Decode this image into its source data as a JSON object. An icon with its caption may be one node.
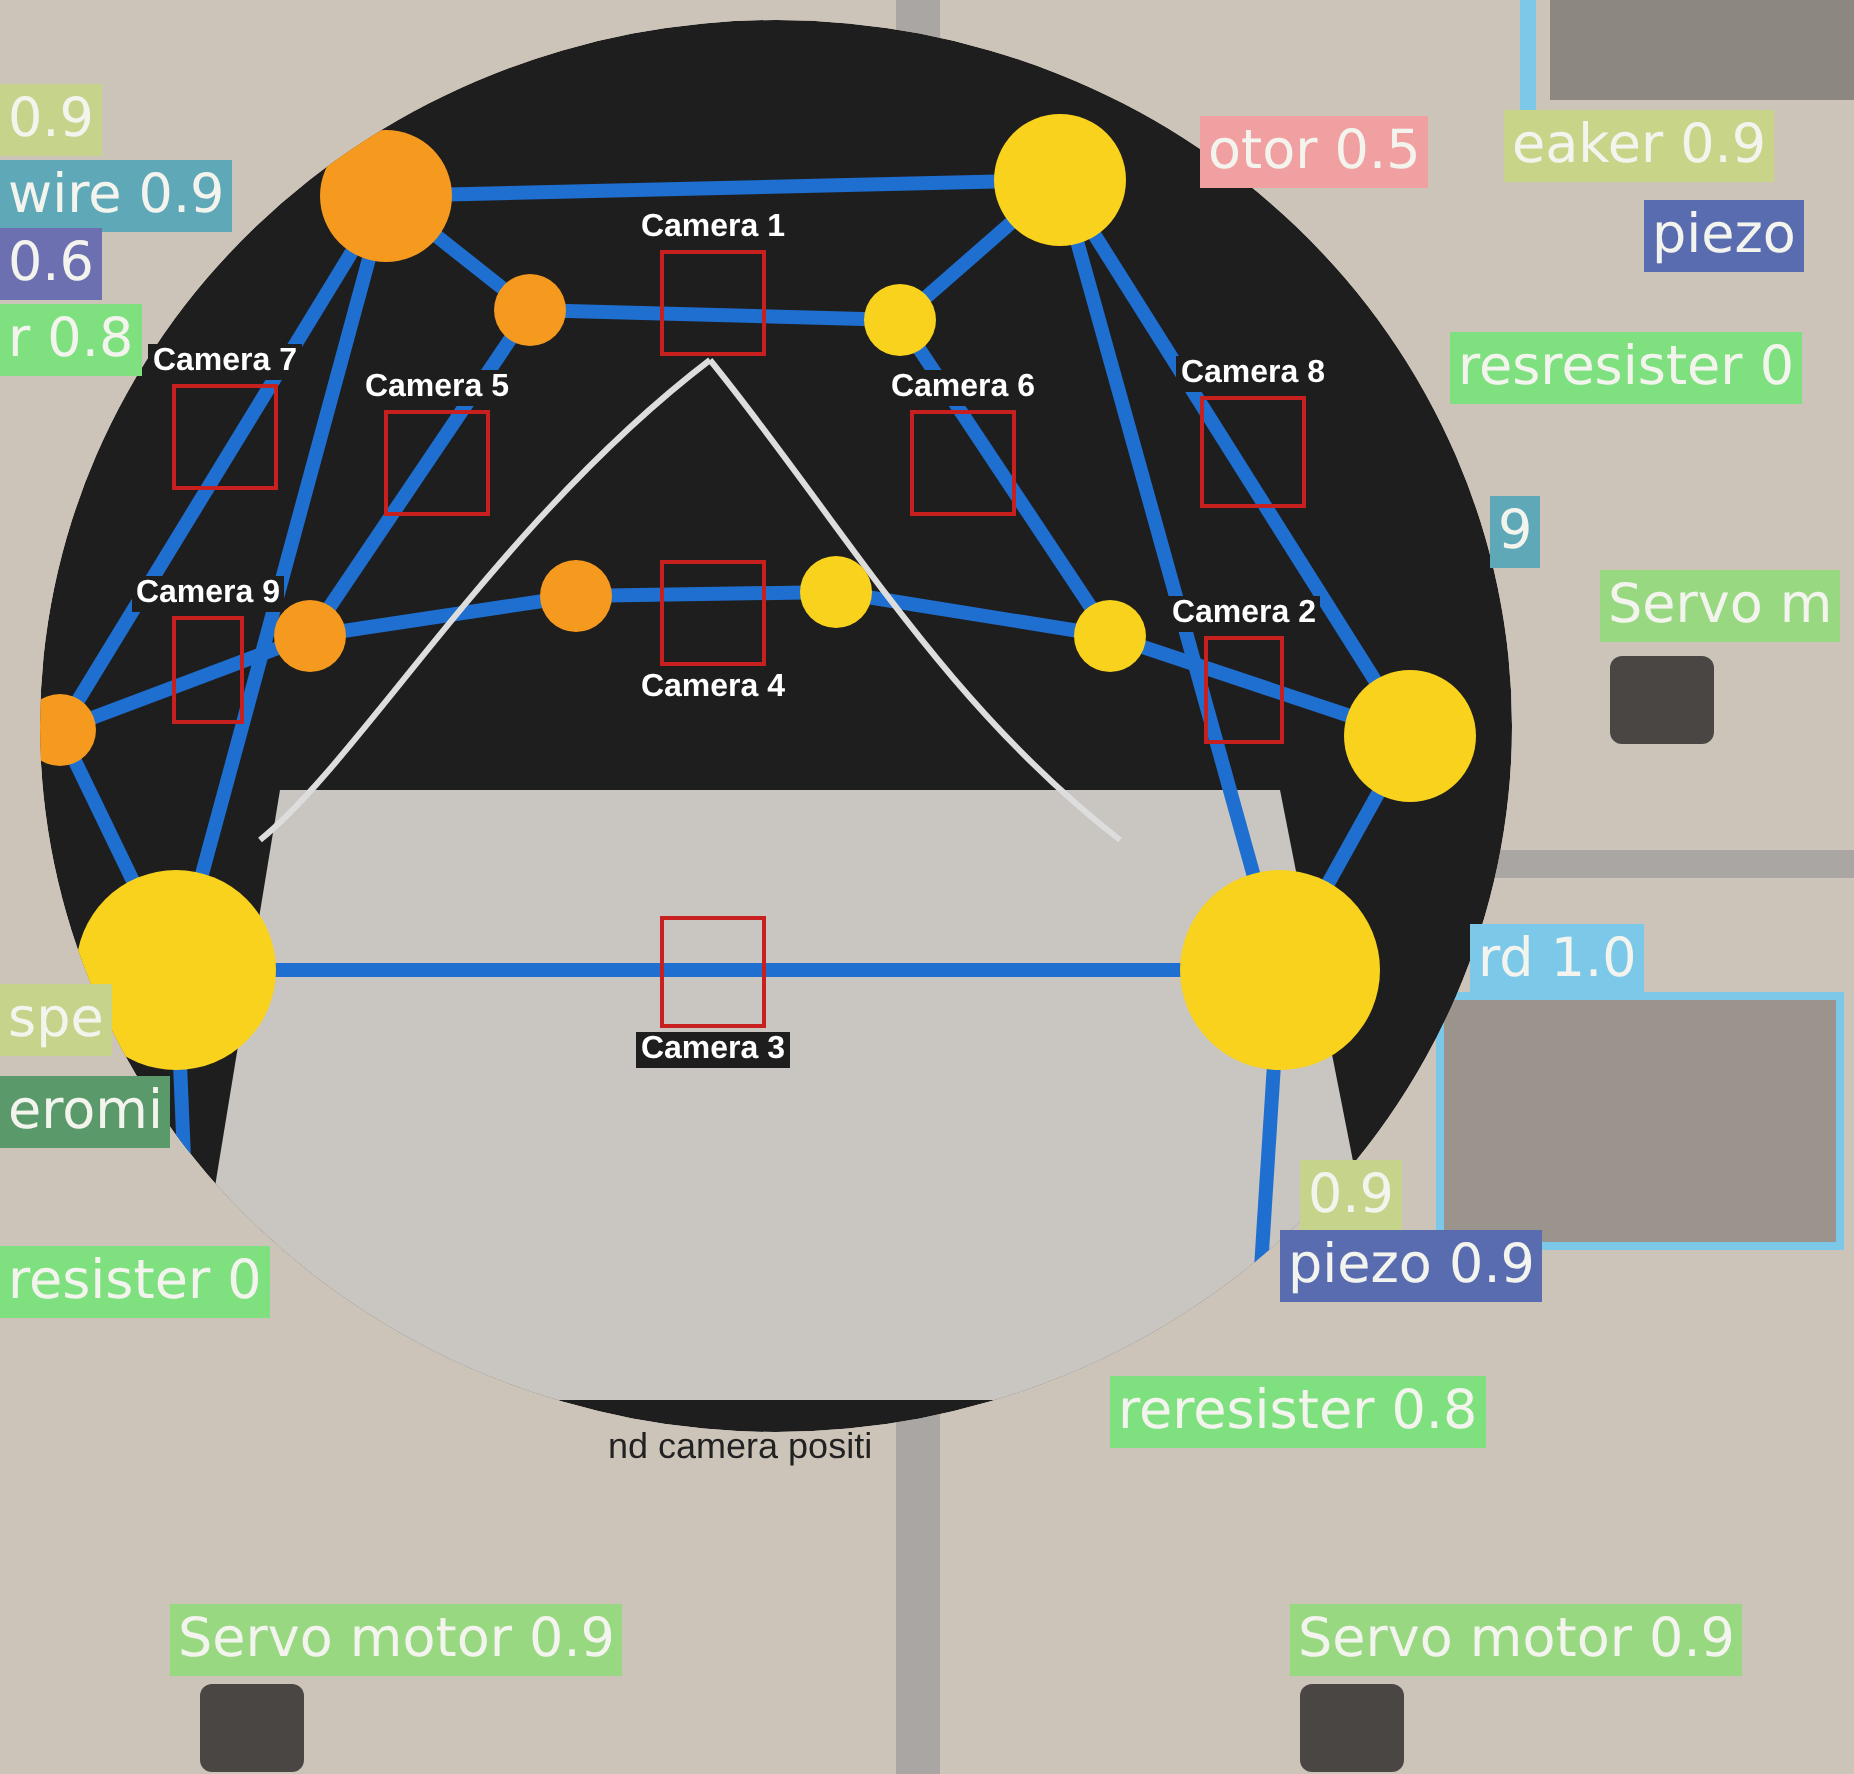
{
  "diagram": {
    "nodes": [
      {
        "text": [
          "Camera 1"
        ]
      },
      {
        "text": [
          "Camera 7"
        ]
      },
      {
        "text": [
          "Camera 5"
        ]
      },
      {
        "text": [
          "Camera 6"
        ]
      },
      {
        "text": [
          "Camera 8"
        ]
      },
      {
        "text": [
          "Camera 9"
        ]
      },
      {
        "text": [
          "Camera 2"
        ]
      },
      {
        "text": [
          "Camera 4"
        ]
      },
      {
        "text": [
          "Camera 3"
        ]
      }
    ],
    "labels": [
      "0.9",
      "wire 0.9",
      "0.6",
      "r 0.8",
      "otor 0.5",
      "eaker 0.9",
      "piezo",
      "resresister 0",
      "9",
      "Servo m",
      "rd 1.0",
      "spe",
      "eromi",
      "0.9",
      "piezo 0.9",
      "resister 0",
      "reresister 0.8",
      "nd camera positi",
      "Servo motor 0.9",
      "Servo motor 0.9"
    ]
  }
}
